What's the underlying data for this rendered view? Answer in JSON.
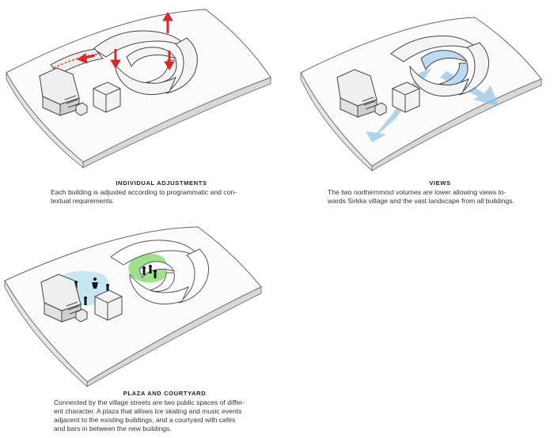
{
  "colors": {
    "accent_red": "#d62a2a",
    "view_blue": "#8fc1ea",
    "courtyard_green": "#9fe08a",
    "plaza_blue": "#c6e6f4",
    "block_outline": "#555555",
    "block_shade": "#d9d9d9"
  },
  "panels": [
    {
      "title": "INDIVIDUAL ADJUSTMENTS",
      "body_lines": [
        "Each building is adjusted according to programmatic and con-",
        "textual requirements."
      ]
    },
    {
      "title": "VIEWS",
      "body_lines": [
        "The two northernmost volumes are lower allowing views to-",
        "wards Sirkka village and the vast landscape from all buildings."
      ]
    },
    {
      "title": "PLAZA AND COURTYARD",
      "body_lines": [
        "Connected by the village streets are two public spaces of differ-",
        "ent character. A plaza that allows ice skating and music events",
        "adjacent to the existing buildings, and a courtyard with cafés",
        "and bars in between the new buildings."
      ]
    }
  ]
}
